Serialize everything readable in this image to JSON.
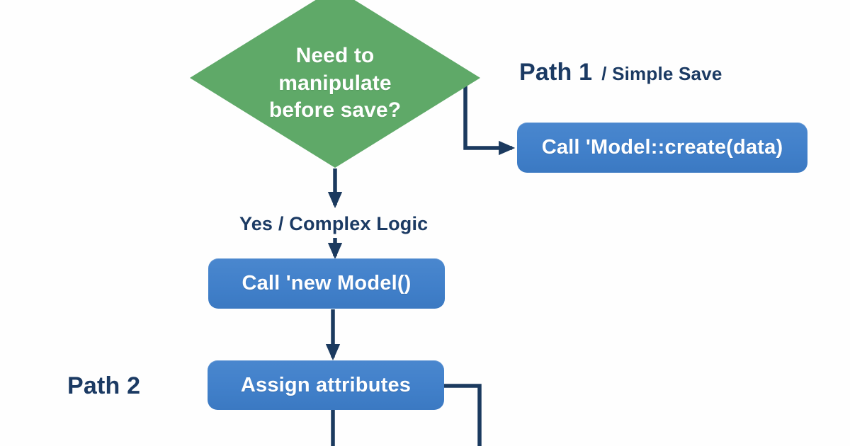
{
  "diagram": {
    "type": "flowchart",
    "background_color": "#fefefe",
    "accent_colors": {
      "decision_green": "#5fa968",
      "process_blue": "#4180ca",
      "connector_navy": "#1b3a5f",
      "text_navy": "#1b3a63",
      "node_text": "#ffffff"
    },
    "nodes": [
      {
        "id": "decision",
        "shape": "diamond",
        "label": "Need to\nmanipulate\nbefore save?",
        "fill": "#5fa968"
      },
      {
        "id": "model-create",
        "shape": "rounded-rect",
        "label": "Call 'Model::create(data)",
        "fill": "#4180ca"
      },
      {
        "id": "new-model",
        "shape": "rounded-rect",
        "label": "Call 'new Model()",
        "fill": "#4180ca"
      },
      {
        "id": "assign-attributes",
        "shape": "rounded-rect",
        "label": "Assign attributes",
        "fill": "#4180ca"
      }
    ],
    "annotations": {
      "path1_title": "Path 1",
      "path1_subtitle": "/ Simple Save",
      "branch_yes_label": "Yes / Complex Logic",
      "path2_title": "Path 2"
    }
  }
}
